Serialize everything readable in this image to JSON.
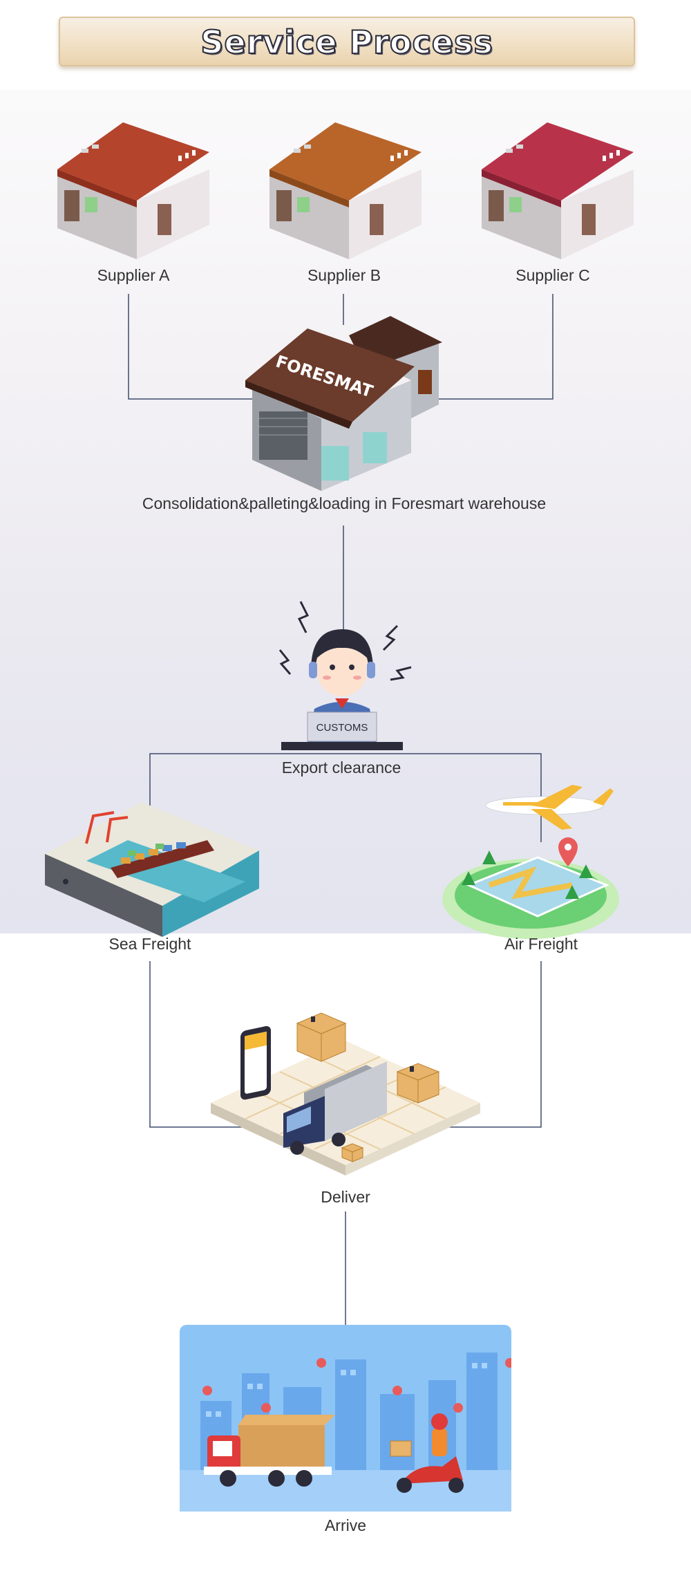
{
  "title": "Service Process",
  "suppliers": [
    {
      "label": "Supplier A",
      "roof_color": "#b5442c"
    },
    {
      "label": "Supplier B",
      "roof_color": "#b9652a"
    },
    {
      "label": "Supplier C",
      "roof_color": "#b8334a"
    }
  ],
  "warehouse": {
    "sign": "FORESMAT",
    "label": "Consolidation&palleting&loading in Foresmart warehouse"
  },
  "customs": {
    "desk_text": "CUSTOMS",
    "label": "Export clearance"
  },
  "freight": {
    "sea_label": "Sea Freight",
    "air_label": "Air Freight"
  },
  "deliver_label": "Deliver",
  "arrive_label": "Arrive",
  "colors": {
    "connector": "#3d4a6b",
    "sky": "#8cc4f5",
    "water": "#3fa3b8"
  }
}
